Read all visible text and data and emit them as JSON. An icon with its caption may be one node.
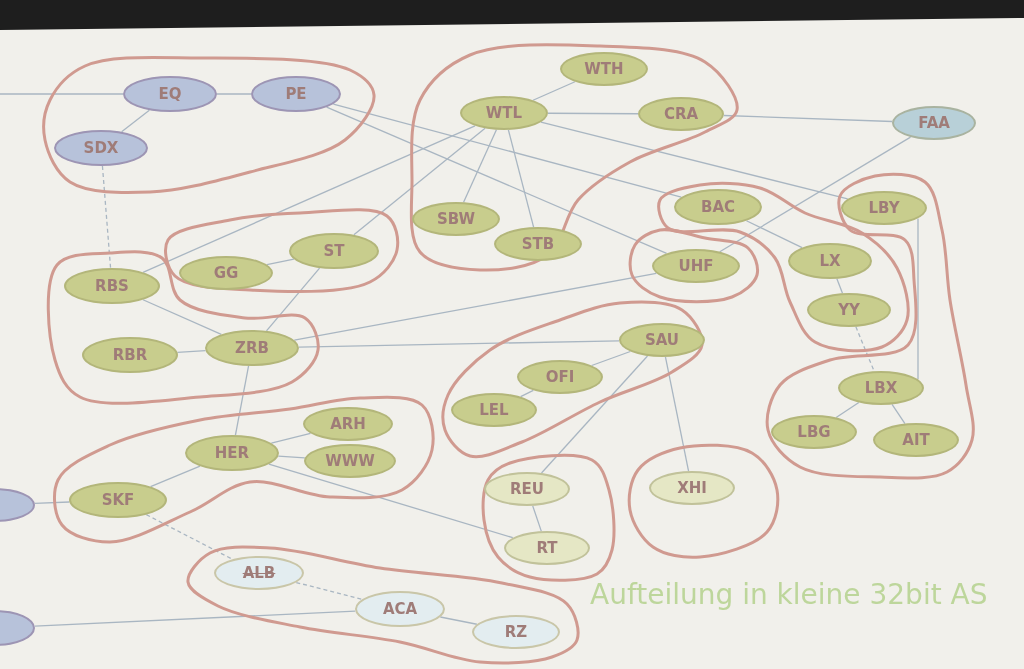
{
  "diagram": {
    "title": "Aufteilung in kleine 32bit AS",
    "nodes": [
      {
        "text": [],
        "shape": "blob"
      },
      {
        "text": [
          "EQ"
        ],
        "in": 0
      },
      {
        "text": [
          "PE"
        ],
        "in": 0
      },
      {
        "text": [
          "SDX"
        ],
        "in": 0
      },
      {
        "text": [],
        "shape": "blob"
      },
      {
        "text": [
          "WTH"
        ],
        "in": 4
      },
      {
        "text": [
          "WTL"
        ],
        "in": 4
      },
      {
        "text": [
          "CRA"
        ],
        "in": 4
      },
      {
        "text": [
          "SBW"
        ],
        "in": 4
      },
      {
        "text": [
          "STB"
        ],
        "in": 4
      },
      {
        "text": [
          "FAA"
        ]
      },
      {
        "text": [],
        "shape": "blob"
      },
      {
        "text": [
          "BAC"
        ],
        "in": 11
      },
      {
        "text": [
          "LX"
        ],
        "in": 11
      },
      {
        "text": [
          "YY"
        ],
        "in": 11
      },
      {
        "text": [],
        "shape": "blob"
      },
      {
        "text": [
          "LBY"
        ],
        "in": 15
      },
      {
        "text": [
          "LBX"
        ],
        "in": 15
      },
      {
        "text": [
          "LBG"
        ],
        "in": 15
      },
      {
        "text": [
          "AIT"
        ],
        "in": 15
      },
      {
        "text": [],
        "shape": "blob"
      },
      {
        "text": [
          "UHF"
        ],
        "in": 20
      },
      {
        "text": [],
        "shape": "blob"
      },
      {
        "text": [
          "GG"
        ],
        "in": 22
      },
      {
        "text": [
          "ST"
        ],
        "in": 22
      },
      {
        "text": [],
        "shape": "blob"
      },
      {
        "text": [
          "RBS"
        ],
        "in": 25
      },
      {
        "text": [
          "RBR"
        ],
        "in": 25
      },
      {
        "text": [
          "ZRB"
        ],
        "in": 25
      },
      {
        "text": [],
        "shape": "blob"
      },
      {
        "text": [
          "SAU"
        ],
        "in": 29
      },
      {
        "text": [
          "OFI"
        ],
        "in": 29
      },
      {
        "text": [
          "LEL"
        ],
        "in": 29
      },
      {
        "text": [],
        "shape": "blob"
      },
      {
        "text": [
          "ARH"
        ],
        "in": 33
      },
      {
        "text": [
          "HER"
        ],
        "in": 33
      },
      {
        "text": [
          "WWW"
        ],
        "in": 33
      },
      {
        "text": [
          "SKF"
        ],
        "in": 33
      },
      {
        "text": [],
        "shape": "ellipse"
      },
      {
        "text": [],
        "shape": "blob"
      },
      {
        "text": [
          "REU"
        ],
        "in": 39
      },
      {
        "text": [
          "RT"
        ],
        "in": 39
      },
      {
        "text": [],
        "shape": "blob"
      },
      {
        "text": [
          "XHI"
        ],
        "in": 42
      },
      {
        "text": [],
        "shape": "blob"
      },
      {
        "text": [
          "ALB"
        ],
        "in": 44
      },
      {
        "text": [
          "ACA"
        ],
        "in": 44
      },
      {
        "text": [
          "RZ"
        ],
        "in": 44
      },
      {
        "text": [],
        "shape": "ellipse"
      }
    ],
    "edges": [
      {
        "from": null,
        "to": 1,
        "arrow": "none"
      },
      {
        "from": 1,
        "to": 2,
        "arrow": "none"
      },
      {
        "from": 1,
        "to": 3,
        "arrow": "none"
      },
      {
        "from": 3,
        "to": 26,
        "arrow": "none",
        "style": "dashed"
      },
      {
        "from": 2,
        "to": 12,
        "arrow": "none"
      },
      {
        "from": 2,
        "to": 21,
        "arrow": "none"
      },
      {
        "from": 6,
        "to": 5,
        "arrow": "none"
      },
      {
        "from": 6,
        "to": 7,
        "arrow": "none"
      },
      {
        "from": 6,
        "to": 8,
        "arrow": "none"
      },
      {
        "from": 6,
        "to": 9,
        "arrow": "none"
      },
      {
        "from": 6,
        "to": 16,
        "arrow": "none"
      },
      {
        "from": 6,
        "to": 26,
        "arrow": "none"
      },
      {
        "from": 6,
        "to": 24,
        "arrow": "none"
      },
      {
        "from": 7,
        "to": 10,
        "arrow": "none"
      },
      {
        "from": 10,
        "to": 21,
        "arrow": "none"
      },
      {
        "from": 23,
        "to": 24,
        "arrow": "none"
      },
      {
        "from": 24,
        "to": 28,
        "arrow": "none"
      },
      {
        "from": 26,
        "to": 28,
        "arrow": "none"
      },
      {
        "from": 27,
        "to": 28,
        "arrow": "none"
      },
      {
        "from": 28,
        "to": 21,
        "arrow": "none"
      },
      {
        "from": 28,
        "to": 30,
        "arrow": "none"
      },
      {
        "from": 28,
        "to": 35,
        "arrow": "none"
      },
      {
        "from": 12,
        "to": 13,
        "arrow": "none"
      },
      {
        "from": 13,
        "to": 14,
        "arrow": "none"
      },
      {
        "from": 14,
        "to": 17,
        "arrow": "none",
        "style": "dashed"
      },
      {
        "from": 16,
        "to": 17,
        "arrow": "none"
      },
      {
        "from": 17,
        "to": 18,
        "arrow": "none"
      },
      {
        "from": 17,
        "to": 19,
        "arrow": "none"
      },
      {
        "from": 30,
        "to": 31,
        "arrow": "none"
      },
      {
        "from": 31,
        "to": 32,
        "arrow": "none"
      },
      {
        "from": 30,
        "to": 40,
        "arrow": "none"
      },
      {
        "from": 30,
        "to": 43,
        "arrow": "none"
      },
      {
        "from": 40,
        "to": 41,
        "arrow": "none"
      },
      {
        "from": 35,
        "to": 34,
        "arrow": "none"
      },
      {
        "from": 35,
        "to": 36,
        "arrow": "none"
      },
      {
        "from": 35,
        "to": 37,
        "arrow": "none"
      },
      {
        "from": 35,
        "to": 41,
        "arrow": "none"
      },
      {
        "from": 38,
        "to": 37,
        "arrow": "none"
      },
      {
        "from": 37,
        "to": 45,
        "arrow": "none",
        "style": "dashed"
      },
      {
        "from": 45,
        "to": 46,
        "arrow": "none",
        "style": "dashed"
      },
      {
        "from": 46,
        "to": 47,
        "arrow": "none"
      },
      {
        "from": 48,
        "to": 46,
        "arrow": "none"
      }
    ]
  }
}
